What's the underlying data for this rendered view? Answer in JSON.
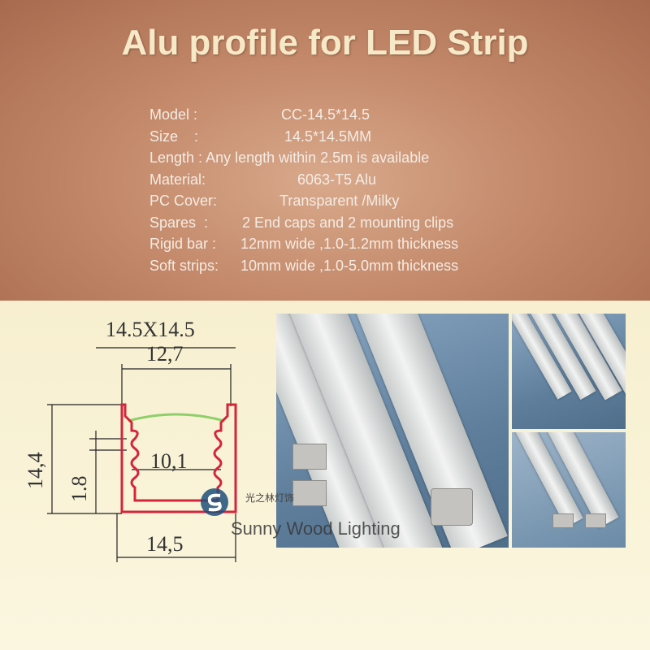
{
  "title": "Alu profile for LED Strip",
  "specs": [
    {
      "label": "Model :",
      "value": "CC-14.5*14.5"
    },
    {
      "label": "Size    :",
      "value": "14.5*14.5MM"
    },
    {
      "label": "Length : Any length within 2.5m is available",
      "value": ""
    },
    {
      "label": "Material:",
      "value": "6063-T5 Alu"
    },
    {
      "label": "PC Cover:",
      "value": "Transparent /Milky"
    },
    {
      "label": "Spares  :",
      "value": "2 End caps and 2 mounting clips"
    },
    {
      "label": "Rigid bar :",
      "value": "12mm wide ,1.0-1.2mm thickness"
    },
    {
      "label": "Soft strips:",
      "value": "10mm wide ,1.0-5.0mm thickness"
    }
  ],
  "drawing": {
    "overall": "14.5X14.5",
    "inner_top": "12,7",
    "inner_mid": "10,1",
    "height": "14,4",
    "step": "1.8",
    "bottom_width": "14,5"
  },
  "watermark": {
    "chinese": "光之林灯饰",
    "english": "Sunny Wood Lighting"
  },
  "colors": {
    "title": "#f6e9c8",
    "profile_outline": "#d4253b",
    "cover": "#8fcf6a"
  }
}
